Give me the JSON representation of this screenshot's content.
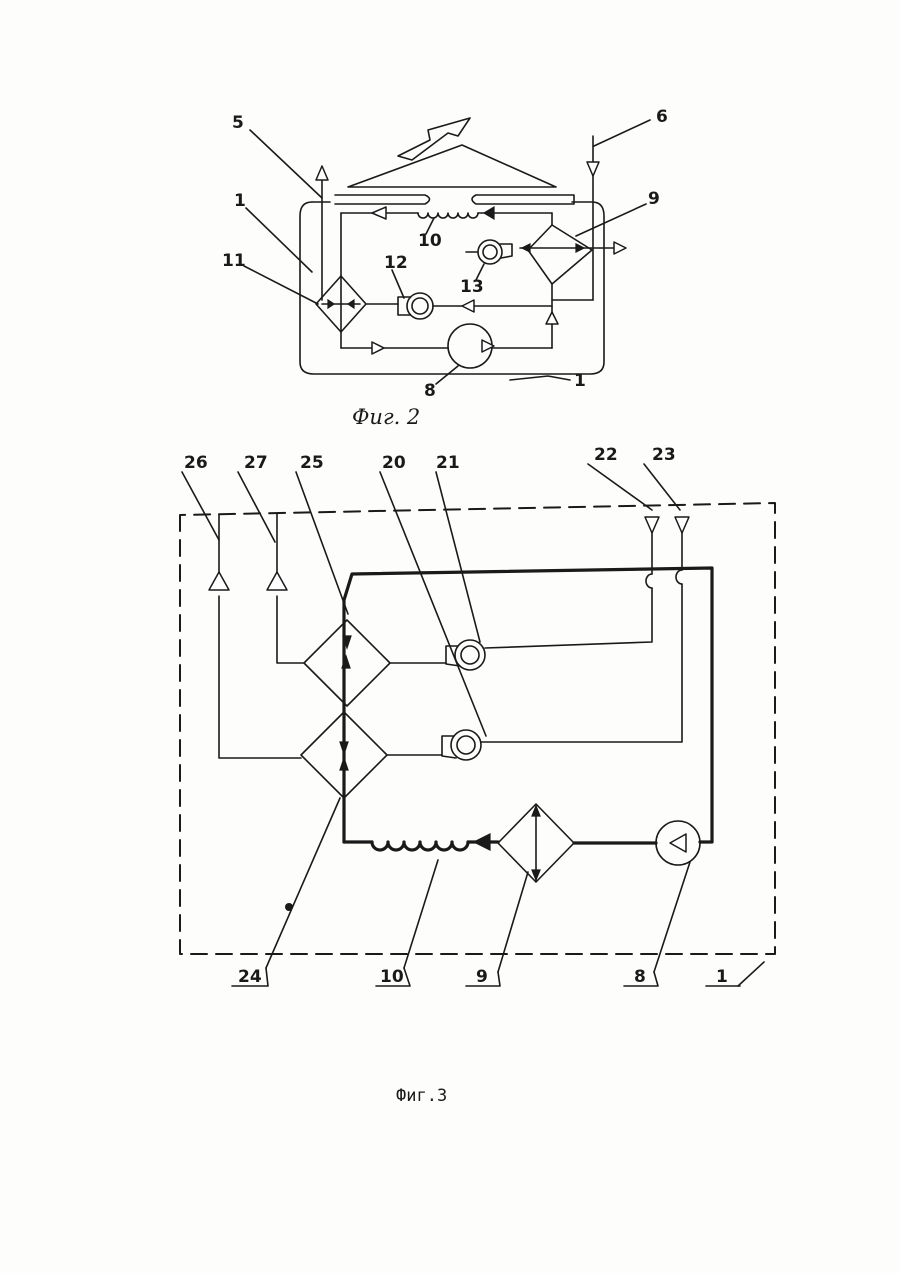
{
  "fig2": {
    "caption": "Фиг. 2",
    "labels": {
      "n5": "5",
      "n6": "6",
      "n1_left": "1",
      "n9": "9",
      "n10": "10",
      "n11": "11",
      "n12": "12",
      "n13": "13",
      "n8": "8",
      "n1_bottom": "1"
    }
  },
  "fig3": {
    "caption": "Фиг.3",
    "labels": {
      "n26": "26",
      "n27": "27",
      "n25": "25",
      "n20": "20",
      "n21": "21",
      "n22": "22",
      "n23": "23",
      "n24": "24",
      "n10": "10",
      "n9": "9",
      "n8": "8",
      "n1": "1"
    }
  }
}
